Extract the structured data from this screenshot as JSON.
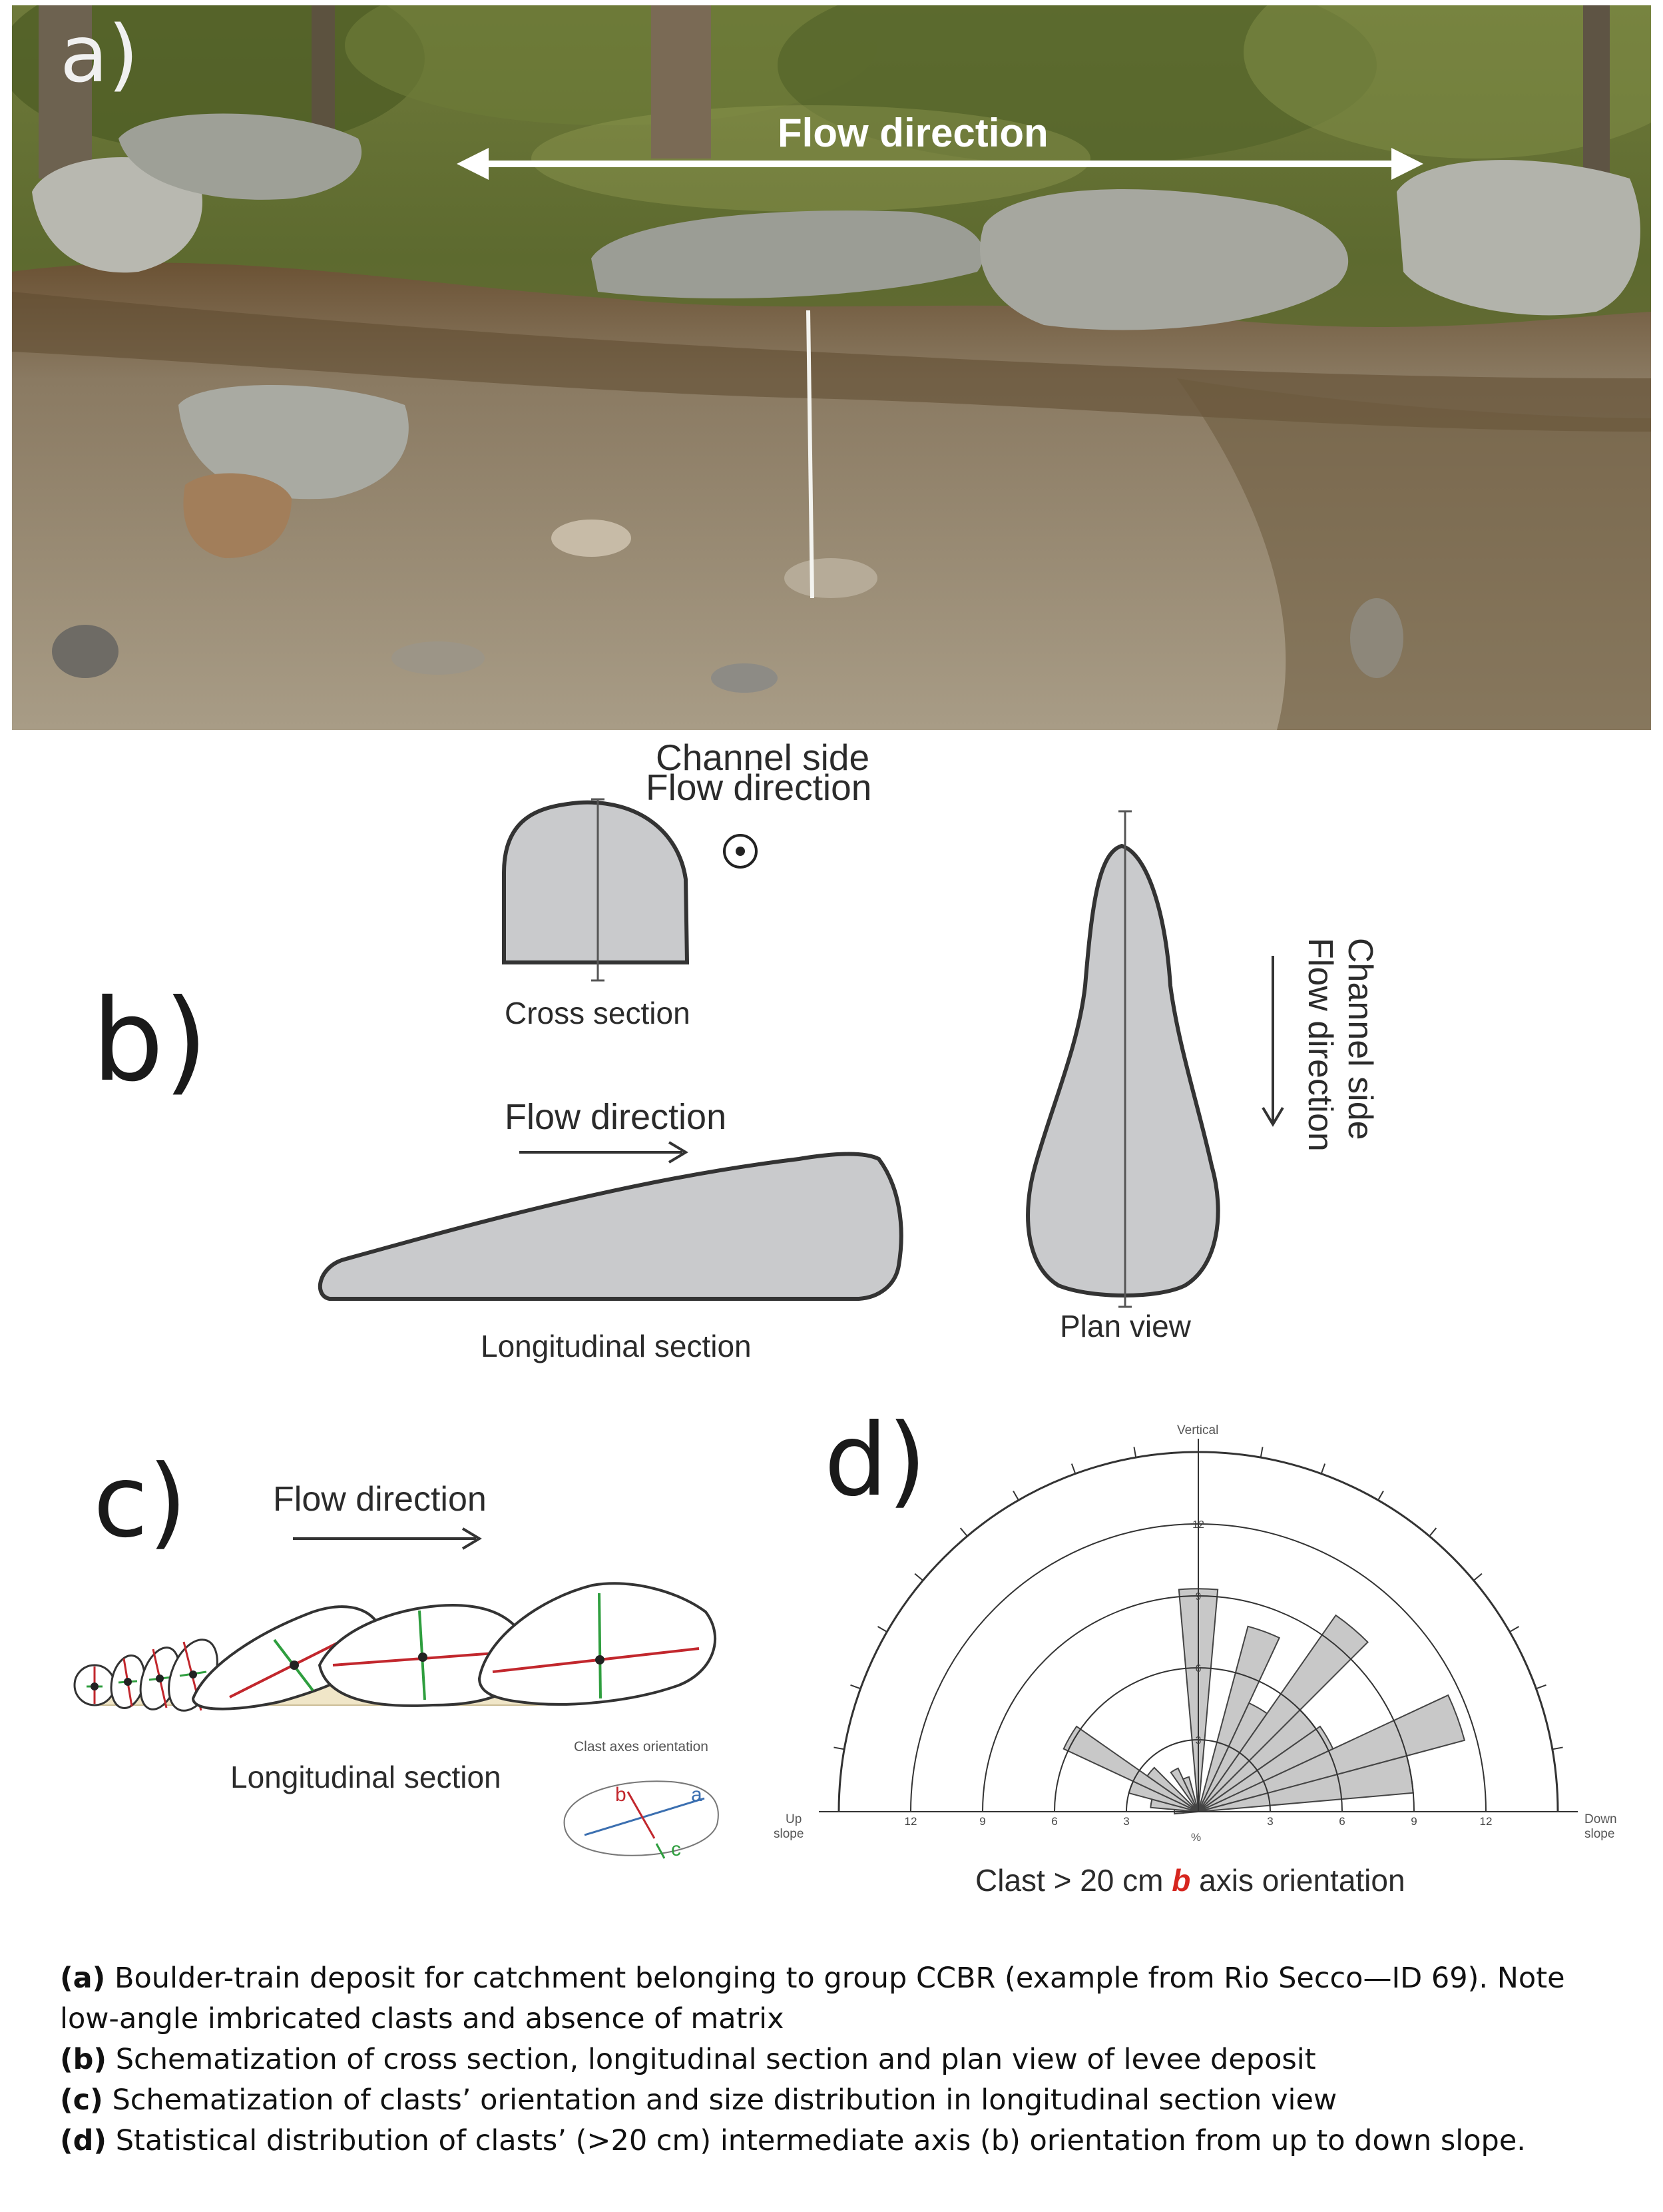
{
  "panel_a": {
    "letter": "a)",
    "flow_label": "Flow direction"
  },
  "panel_b": {
    "letter": "b)",
    "channel_side_top": "Channel side",
    "flow_direction_top": "Flow direction",
    "cross_section": "Cross section",
    "flow_direction_mid": "Flow direction",
    "longitudinal_section": "Longitudinal section",
    "plan_view": "Plan view",
    "channel_side_right": "Channel side",
    "flow_direction_right": "Flow direction"
  },
  "panel_c": {
    "letter": "c)",
    "flow_direction": "Flow direction",
    "longitudinal_section": "Longitudinal section",
    "clast_axes_title": "Clast axes orientation",
    "axis_a": "a",
    "axis_b": "b",
    "axis_c": "c"
  },
  "panel_d": {
    "letter": "d)",
    "vertical": "Vertical",
    "up_slope": [
      "Up",
      "slope"
    ],
    "down_slope": [
      "Down",
      "slope"
    ],
    "ring_labels": [
      "3",
      "6",
      "9",
      "12"
    ],
    "axis_labels_left": [
      "12",
      "9",
      "6",
      "3"
    ],
    "axis_labels_right": [
      "3",
      "6",
      "9",
      "12"
    ],
    "center_unit": "%",
    "title_prefix": "Clast > 20 cm ",
    "title_b": "b",
    "title_suffix": " axis orientation"
  },
  "chart_data": {
    "type": "rose",
    "title": "Clast > 20 cm b axis orientation",
    "unit": "%",
    "radial_ticks": [
      3,
      6,
      9,
      12
    ],
    "rmax": 15,
    "petals": [
      {
        "angle_deg": 0,
        "value": 1.0
      },
      {
        "angle_deg": 10,
        "value": 2.0
      },
      {
        "angle_deg": 20,
        "value": 3.0
      },
      {
        "angle_deg": 30,
        "value": 6.2
      },
      {
        "angle_deg": 40,
        "value": 2.6
      },
      {
        "angle_deg": 60,
        "value": 2.0
      },
      {
        "angle_deg": 70,
        "value": 1.5
      },
      {
        "angle_deg": 90,
        "value": 9.3
      },
      {
        "angle_deg": 110,
        "value": 8.0
      },
      {
        "angle_deg": 120,
        "value": 5.0
      },
      {
        "angle_deg": 130,
        "value": 10.0
      },
      {
        "angle_deg": 140,
        "value": 6.0
      },
      {
        "angle_deg": 150,
        "value": 6.2
      },
      {
        "angle_deg": 160,
        "value": 11.5
      },
      {
        "angle_deg": 170,
        "value": 9.0
      }
    ]
  },
  "caption": [
    {
      "tag": "(a)",
      "text": " Boulder-train deposit for catchment belonging to group CCBR (example from Rio Secco—ID 69). Note low-angle imbricated clasts and absence of matrix"
    },
    {
      "tag": "(b)",
      "text": " Schematization of cross section, longitudinal section and plan view of levee deposit"
    },
    {
      "tag": "(c)",
      "text": " Schematization of clasts’ orientation and size distribution in longitudinal section view"
    },
    {
      "tag": "(d)",
      "text": " Statistical distribution of clasts’ (>20 cm) intermediate axis (b) orientation from up to down slope."
    }
  ]
}
